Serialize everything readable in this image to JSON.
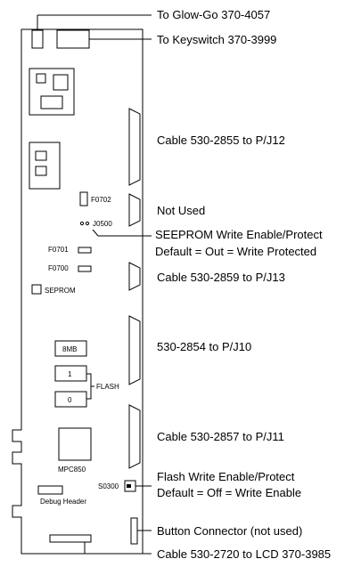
{
  "callouts": {
    "glow_go": "To Glow-Go 370-4057",
    "keyswitch": "To Keyswitch 370-3999",
    "cable_j12": "Cable 530-2855 to P/J12",
    "not_used": "Not Used",
    "seeprom_line1": "SEEPROM Write Enable/Protect",
    "seeprom_line2": "Default = Out = Write Protected",
    "cable_j13": "Cable 530-2859 to P/J13",
    "cable_j10": "530-2854 to P/J10",
    "cable_j11": "Cable 530-2857 to P/J11",
    "flash_line1": "Flash Write Enable/Protect",
    "flash_line2": "Default = Off = Write Enable",
    "button_connector": "Button Connector (not used)",
    "cable_lcd": "Cable 530-2720 to LCD 370-3985"
  },
  "board_labels": {
    "f0702": "F0702",
    "j0500": "J0500",
    "f0701": "F0701",
    "f0700": "F0700",
    "seprom": "SEPROM",
    "mem_8mb": "8MB",
    "flash_1": "1",
    "flash_0": "0",
    "flash": "FLASH",
    "mpc850": "MPC850",
    "s0300": "S0300",
    "debug_header": "Debug  Header"
  }
}
